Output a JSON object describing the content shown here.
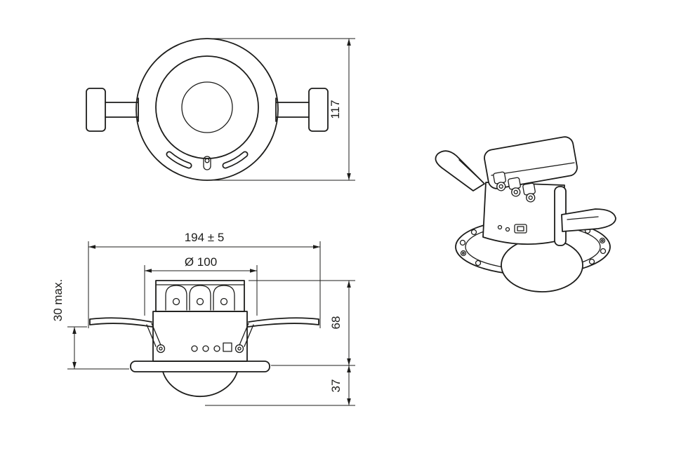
{
  "drawing": {
    "description": "Technical dimensional drawing, recessed ceiling presence detector",
    "line_color": "#1d1d1b",
    "background": "#ffffff"
  },
  "dimensions": {
    "top_view_diameter": "117",
    "overall_span": "194 ± 5",
    "cutout_diameter": "Ø 100",
    "ceiling_max": "30 max.",
    "height_above": "68",
    "height_below": "37"
  }
}
